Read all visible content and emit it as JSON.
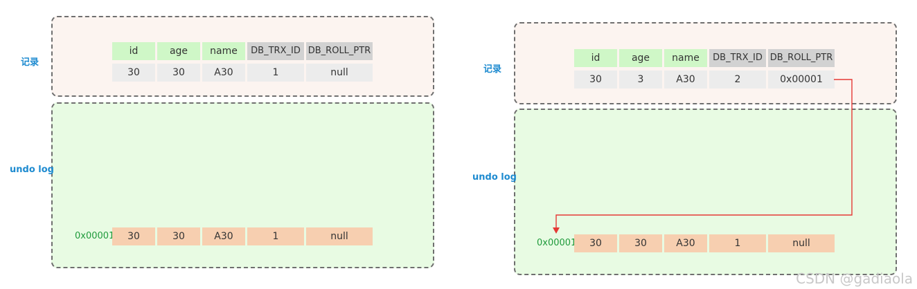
{
  "columns": [
    "id",
    "age",
    "name",
    "DB_TRX_ID",
    "DB_ROLL_PTR"
  ],
  "left": {
    "record_label": "记录",
    "undo_label": "undo log",
    "record_values": [
      "30",
      "30",
      "A30",
      "1",
      "null"
    ],
    "undo_address": "0x00001",
    "undo_values": [
      "30",
      "30",
      "A30",
      "1",
      "null"
    ]
  },
  "right": {
    "record_label": "记录",
    "undo_label": "undo log",
    "record_values": [
      "30",
      "3",
      "A30",
      "2",
      "0x00001"
    ],
    "undo_address": "0x00001",
    "undo_values": [
      "30",
      "30",
      "A30",
      "1",
      "null"
    ]
  },
  "colors": {
    "header_green": "#cff7c7",
    "header_gray": "#d2d2d2",
    "record_cell": "#ececec",
    "undo_cell": "#f7cfb0",
    "pointer_arrow": "#e53935",
    "label_blue": "#1e8bd0",
    "address_green": "#1f9a3b"
  },
  "watermark": "CSDN @gadiaola"
}
